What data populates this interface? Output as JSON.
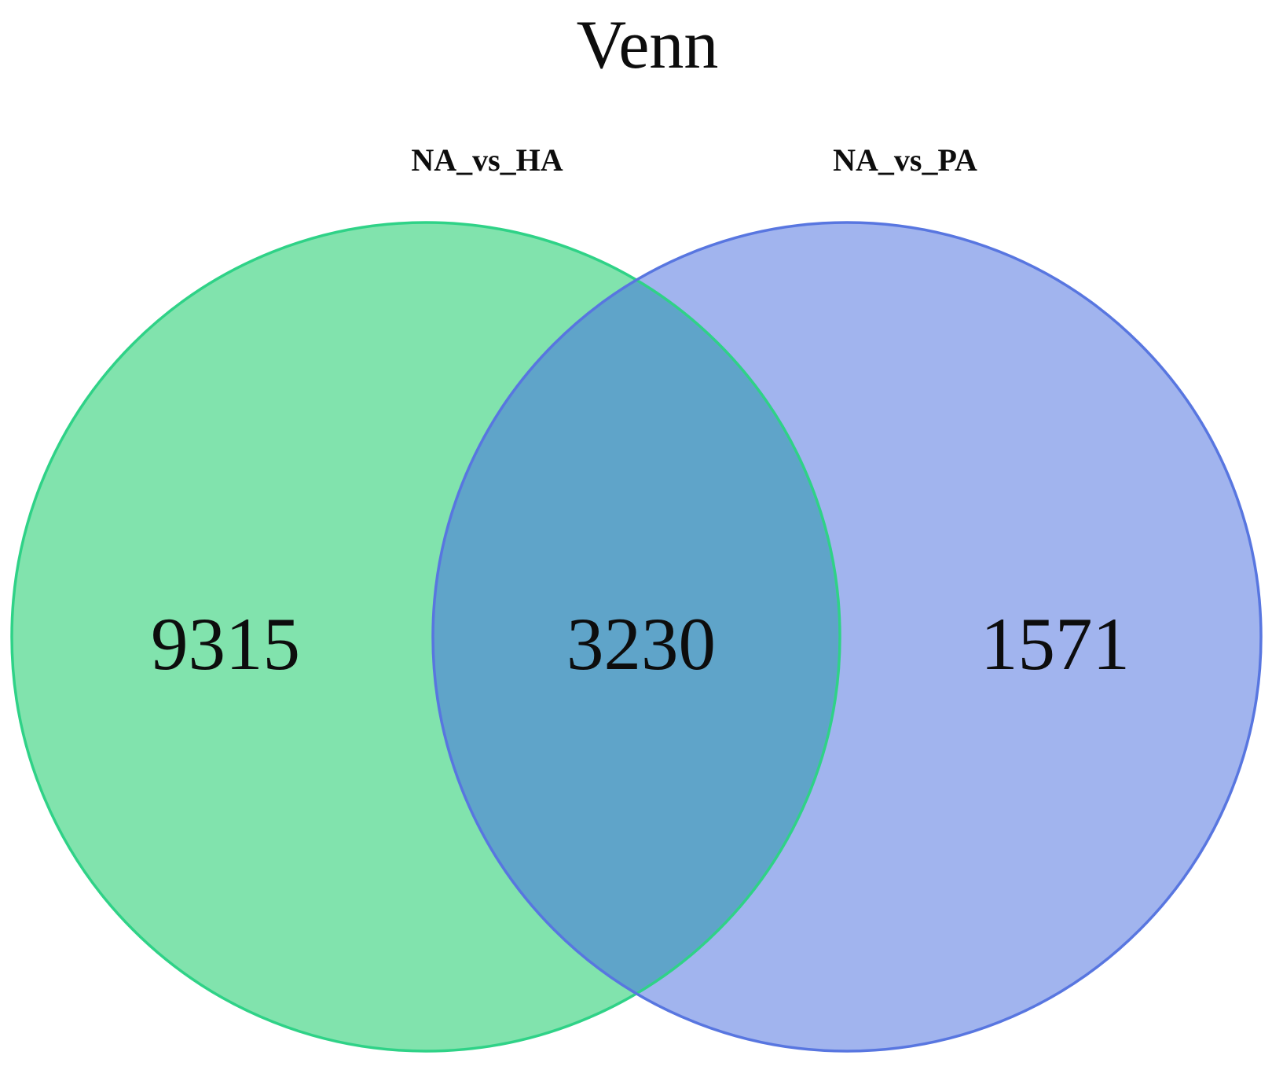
{
  "figure": {
    "title": "Venn",
    "background": "#ffffff",
    "text_color": "#0d0d0d"
  },
  "sets": [
    {
      "label": "NA_vs_HA",
      "unique_count": "9315",
      "fill": "#81E3AD",
      "stroke": "#2FD287"
    },
    {
      "label": "NA_vs_PA",
      "unique_count": "1571",
      "fill": "#A1B4EE",
      "stroke": "#5876E0"
    }
  ],
  "overlap": {
    "count": "3230",
    "fill": "#5FA4C9"
  },
  "chart_data": {
    "type": "venn",
    "title": "Venn",
    "sets": [
      "NA_vs_HA",
      "NA_vs_PA"
    ],
    "regions": [
      {
        "sets": [
          "NA_vs_HA"
        ],
        "label_shown": "9315",
        "value": 9315
      },
      {
        "sets": [
          "NA_vs_PA"
        ],
        "label_shown": "1571",
        "value": 1571
      },
      {
        "sets": [
          "NA_vs_HA",
          "NA_vs_PA"
        ],
        "label_shown": "3230",
        "value": 3230
      }
    ],
    "colors": {
      "NA_vs_HA_fill": "#81E3AD",
      "NA_vs_HA_stroke": "#2FD287",
      "NA_vs_PA_fill": "#A1B4EE",
      "NA_vs_PA_stroke": "#5876E0",
      "intersection_fill": "#5FA4C9"
    },
    "legend_position": "none",
    "grid": false
  }
}
